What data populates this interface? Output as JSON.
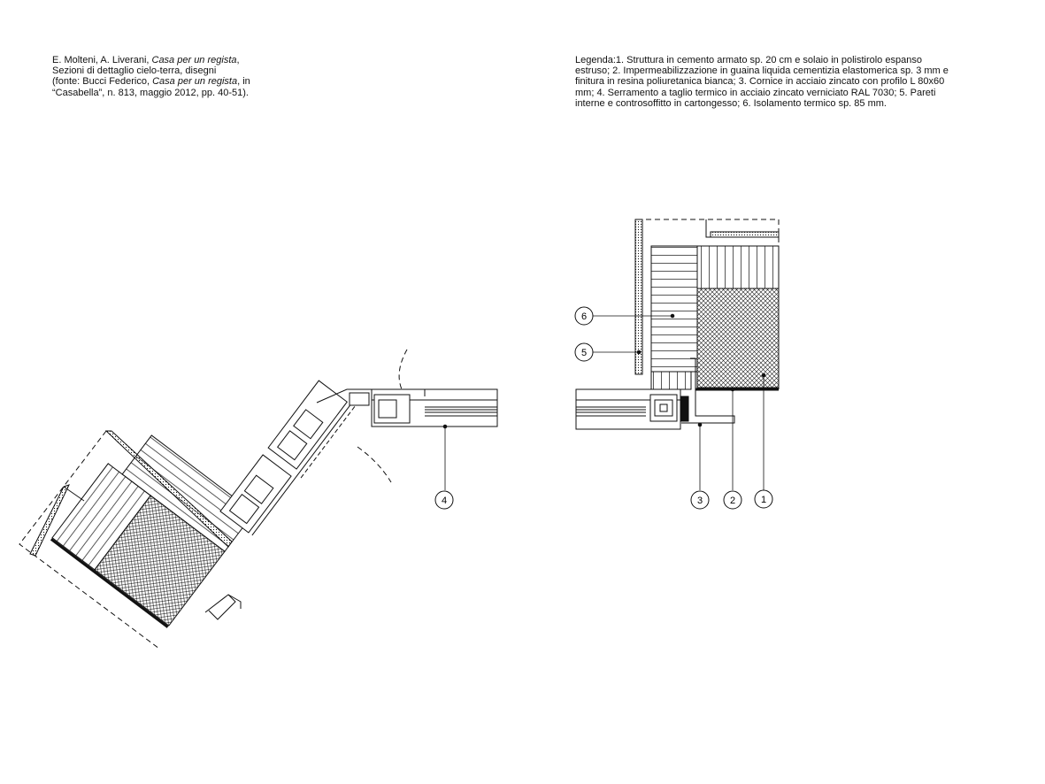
{
  "caption": {
    "line1_authors": "E. Molteni, A. Liverani, ",
    "line1_title": "Casa per un regista",
    "line1_tail": ",",
    "line2": "Sezioni di dettaglio cielo-terra, disegni",
    "line3_pre": "(fonte: Bucci Federico, ",
    "line3_title": "Casa per un regista",
    "line3_tail": ", in",
    "line4": "“Casabella”, n. 813, maggio 2012, pp. 40-51)."
  },
  "legend": {
    "line1": "Legenda:1. Struttura in cemento armato sp. 20 cm e solaio in polistirolo espanso",
    "line2": "estruso; 2. Impermeabilizzazione in guaina liquida cementizia elastomerica sp. 3 mm e",
    "line3": "finitura in resina poliuretanica bianca; 3. Cornice in acciaio zincato con profilo L 80x60",
    "line4": "mm; 4. Serramento a taglio termico in acciaio zincato verniciato RAL 7030; 5. Pareti",
    "line5": "interne e controsoffitto in cartongesso; 6. Isolamento termico sp. 85 mm."
  },
  "callouts": {
    "c1": "1",
    "c2": "2",
    "c3": "3",
    "c4": "4",
    "c5": "5",
    "c6": "6"
  },
  "colors": {
    "ink": "#111111",
    "background": "#ffffff"
  }
}
